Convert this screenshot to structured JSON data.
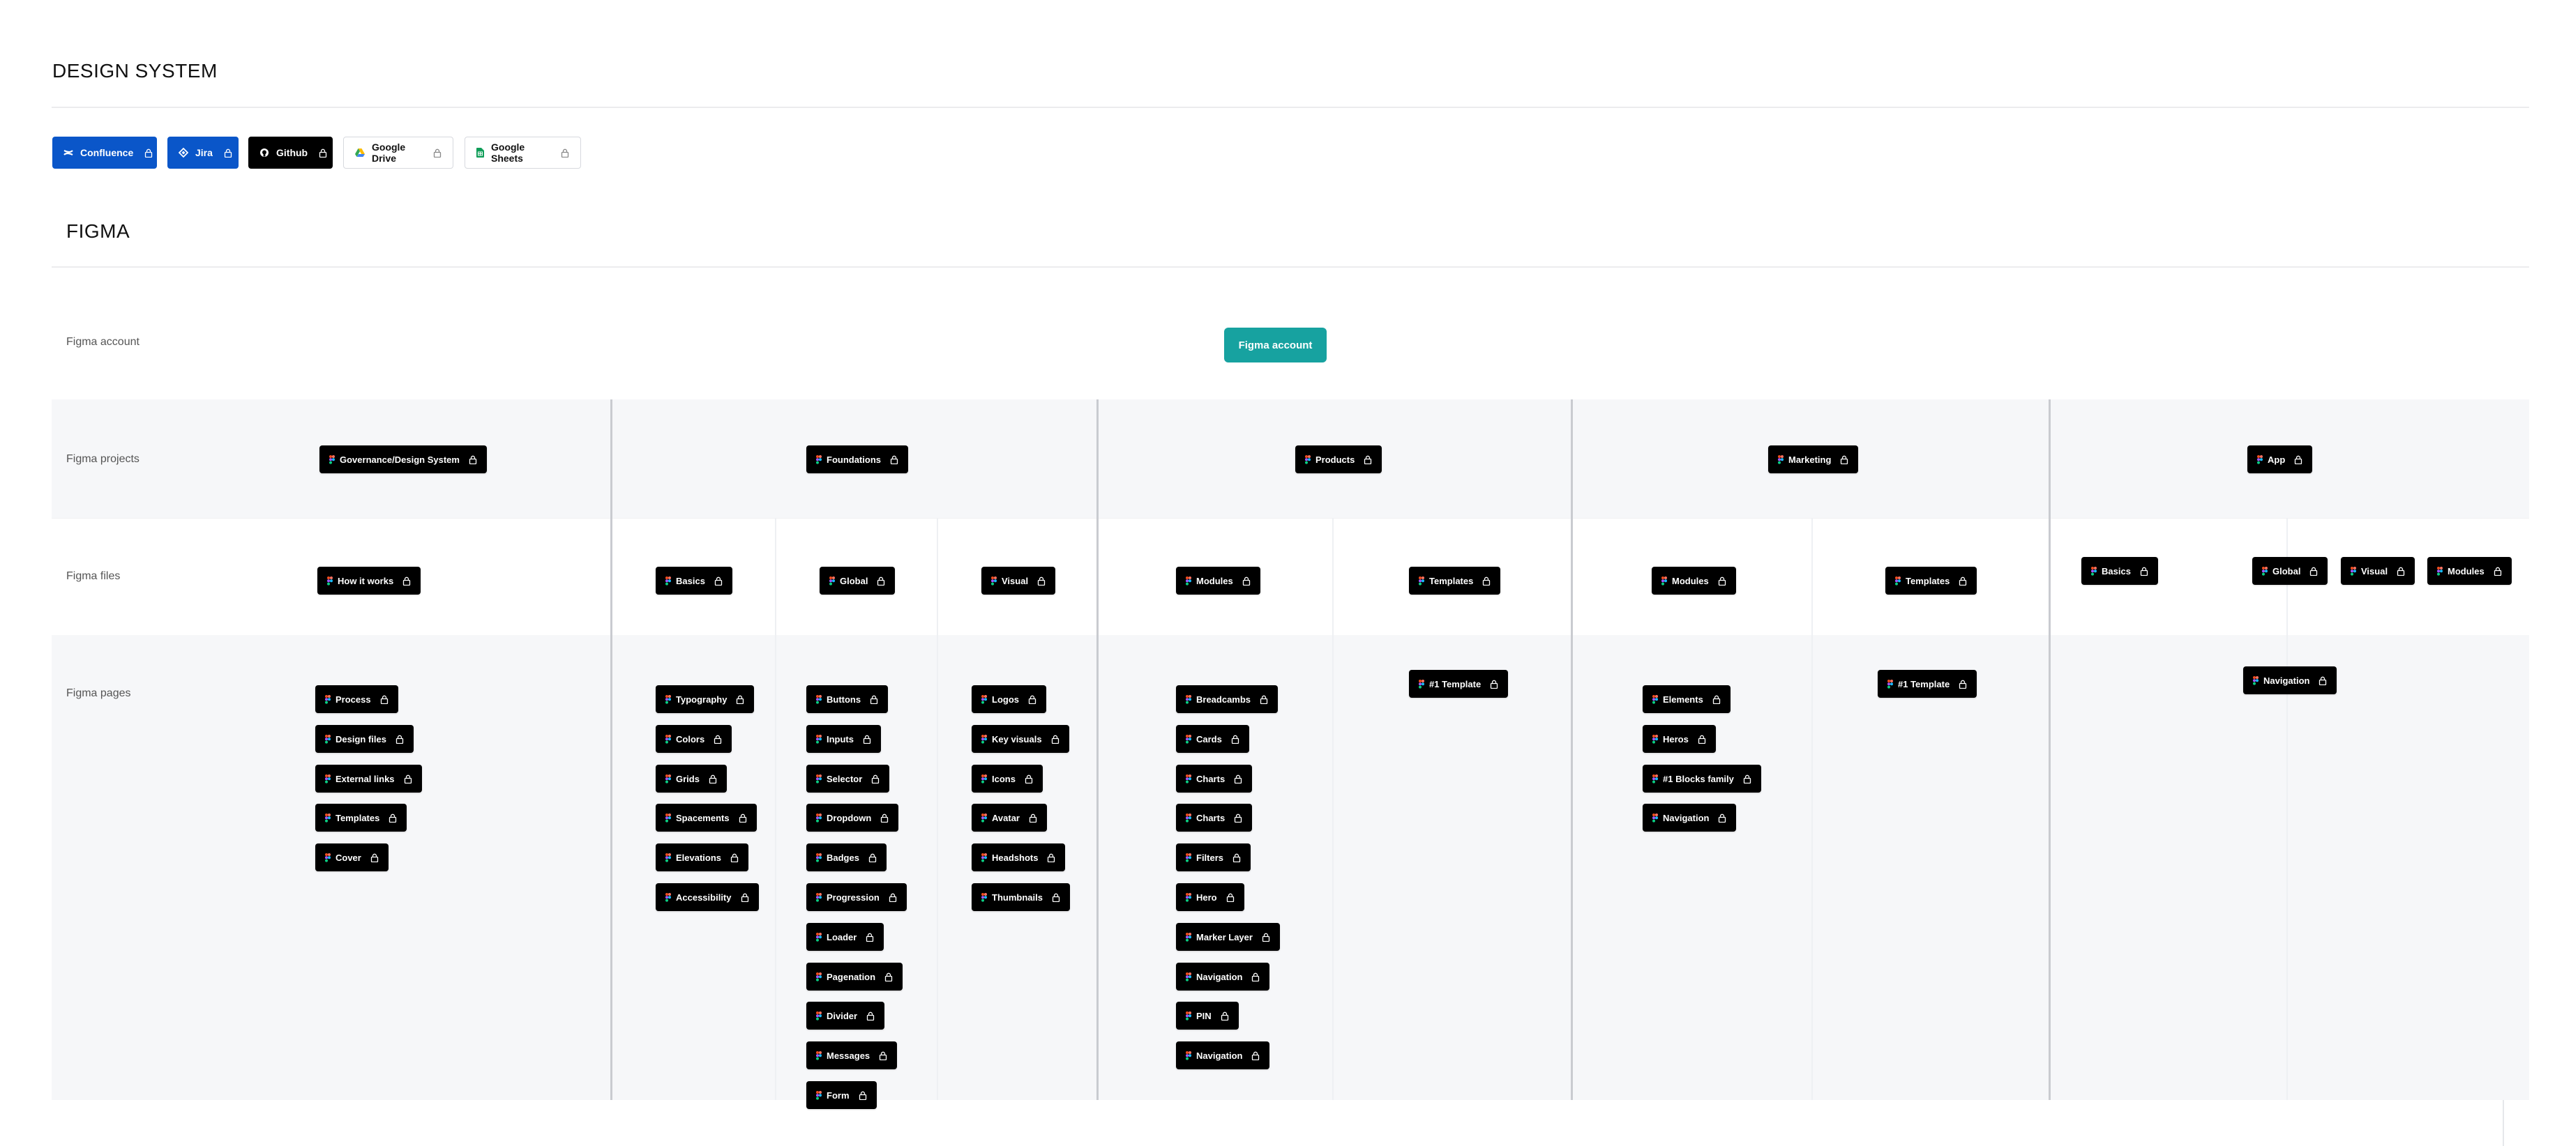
{
  "header": {
    "title": "DESIGN SYSTEM"
  },
  "tools": [
    {
      "label": "Confluence",
      "style": "blue",
      "icon": "confluence-icon"
    },
    {
      "label": "Jira",
      "style": "blue",
      "icon": "jira-icon"
    },
    {
      "label": "Github",
      "style": "black",
      "icon": "github-icon"
    },
    {
      "label": "Google Drive",
      "style": "white",
      "icon": "google-drive-icon"
    },
    {
      "label": "Google Sheets",
      "style": "white",
      "icon": "google-sheets-icon"
    }
  ],
  "figma": {
    "title": "FIGMA",
    "account_label": "Figma account",
    "account_button": "Figma account",
    "row_labels": {
      "projects": "Figma projects",
      "files": "Figma files",
      "pages": "Figma pages"
    },
    "projects": [
      "Governance/Design System",
      "Foundations",
      "Products",
      "Marketing",
      "App"
    ],
    "files": [
      "How it works",
      "Basics",
      "Global",
      "Visual",
      "Modules",
      "Templates",
      "Modules",
      "Templates",
      "Basics",
      "Global",
      "Visual",
      "Modules"
    ],
    "pages": [
      [
        "Process",
        "Design files",
        "External links",
        "Templates",
        "Cover"
      ],
      [
        "Typography",
        "Colors",
        "Grids",
        "Spacements",
        "Elevations",
        "Accessibility"
      ],
      [
        "Buttons",
        "Inputs",
        "Selector",
        "Dropdown",
        "Badges",
        "Progression",
        "Loader",
        "Pagenation",
        "Divider",
        "Messages",
        "Form"
      ],
      [
        "Logos",
        "Key visuals",
        "Icons",
        "Avatar",
        "Headshots",
        "Thumbnails"
      ],
      [
        "Breadcambs",
        "Cards",
        "Charts",
        "Charts",
        "Filters",
        "Hero",
        "Marker Layer",
        "Navigation",
        "PIN",
        "Navigation"
      ],
      [
        "#1 Template"
      ],
      [
        "Elements",
        "Heros",
        "#1 Blocks family",
        "Navigation"
      ],
      [
        "#1 Template"
      ],
      [
        "Navigation"
      ]
    ]
  },
  "colors": {
    "primary_blue": "#0a56c9",
    "teal": "#17a2a0",
    "chip": "#000000",
    "band": "#f6f7f9"
  }
}
